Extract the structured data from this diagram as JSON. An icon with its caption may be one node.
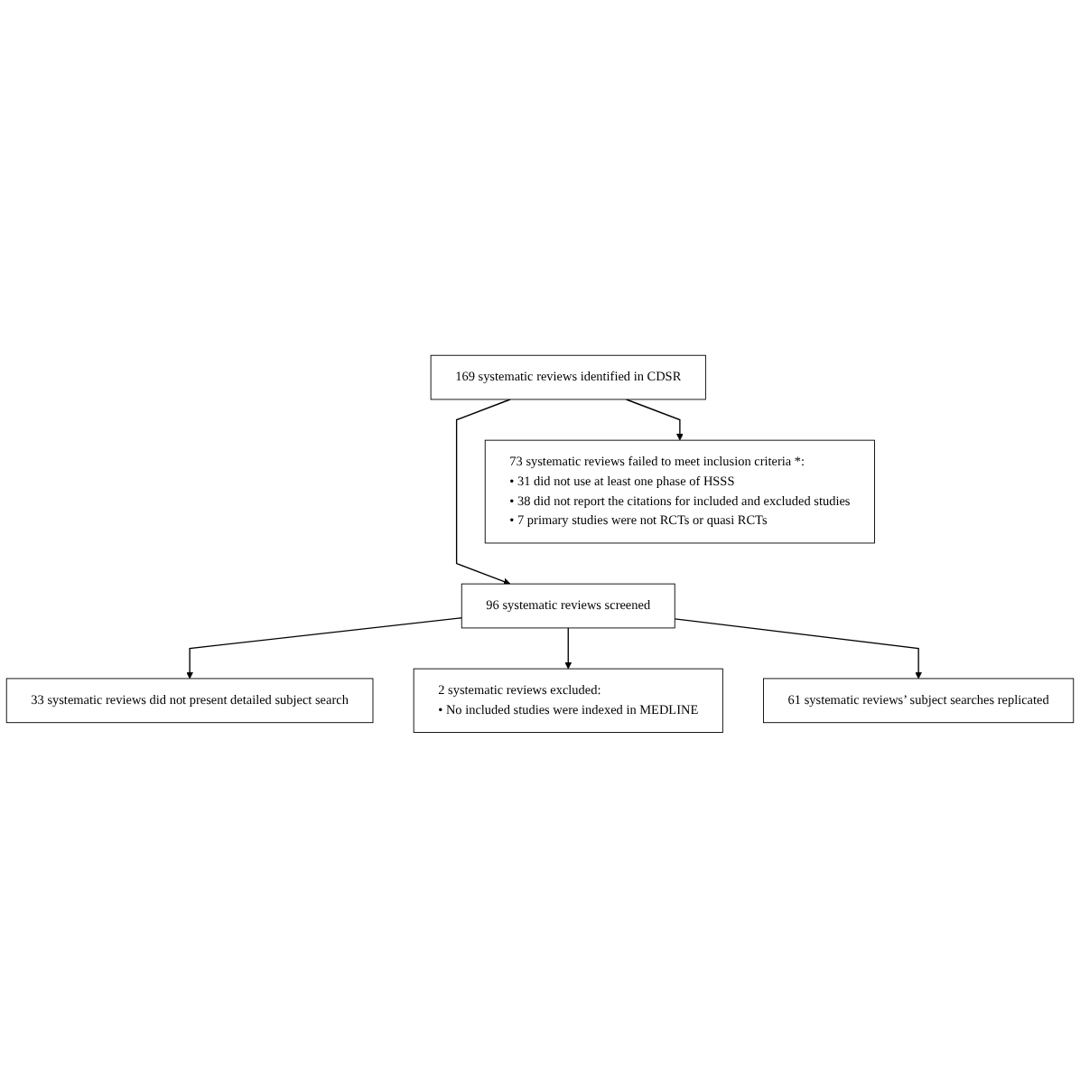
{
  "diagram": {
    "nodes": [
      {
        "text": [
          "169 systematic reviews identified in CDSR"
        ]
      },
      {
        "text": [
          "73 systematic reviews failed to meet inclusion criteria *:",
          "• 31 did not use at least one phase of HSSS",
          "• 38 did not report the citations for included and excluded studies",
          "• 7 primary studies were not RCTs or quasi RCTs"
        ]
      },
      {
        "text": [
          "96 systematic reviews screened"
        ]
      },
      {
        "text": [
          "33 systematic reviews did not present detailed subject search"
        ]
      },
      {
        "text": [
          "2 systematic reviews excluded:",
          "• No included studies were indexed in MEDLINE"
        ]
      },
      {
        "text": [
          "61 systematic reviews’ subject searches replicated"
        ]
      }
    ],
    "edges": [
      {
        "from": 0,
        "to": 2,
        "arrow": "to"
      },
      {
        "from": 0,
        "to": 1,
        "arrow": "to"
      },
      {
        "from": 2,
        "to": 3,
        "arrow": "to"
      },
      {
        "from": 2,
        "to": 4,
        "arrow": "to"
      },
      {
        "from": 2,
        "to": 5,
        "arrow": "to"
      }
    ]
  }
}
